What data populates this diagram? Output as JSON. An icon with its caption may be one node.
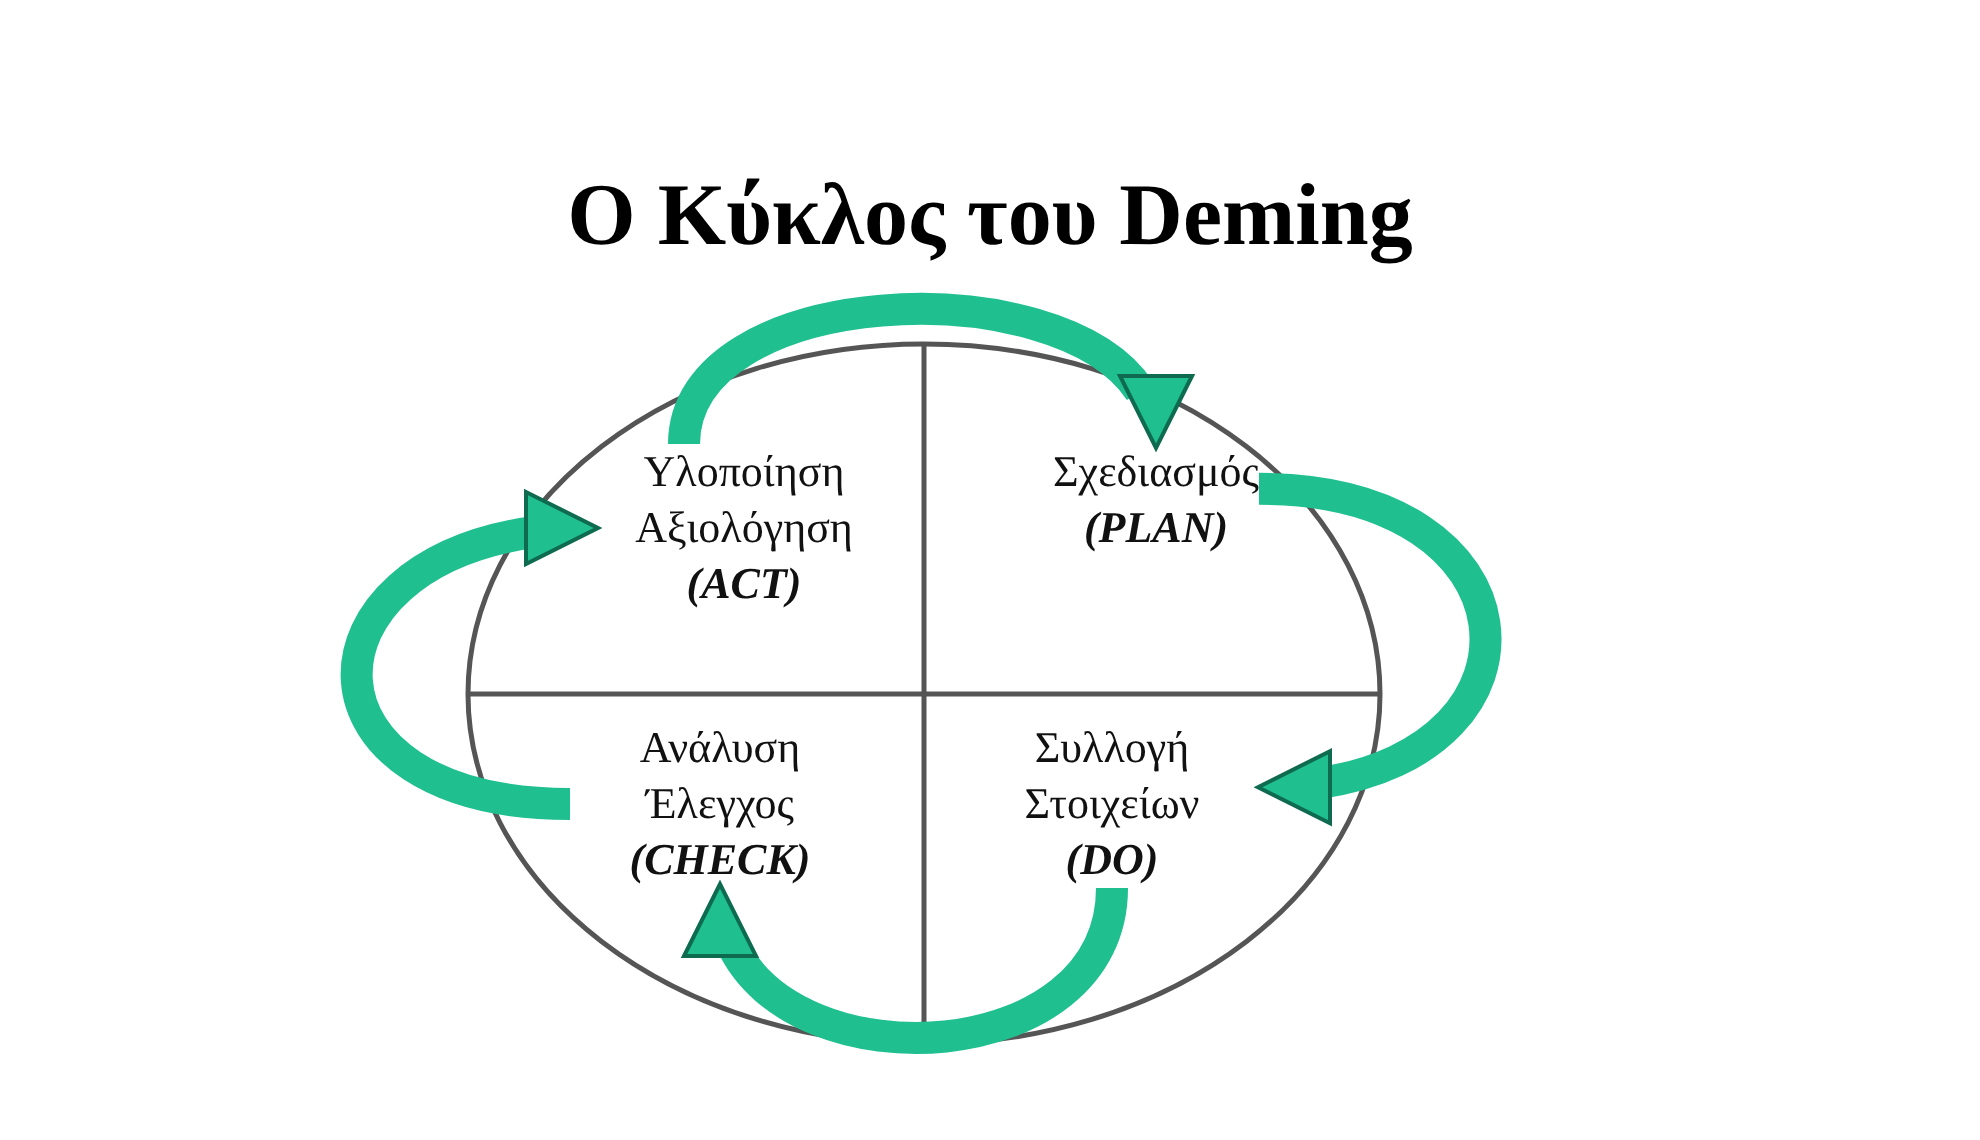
{
  "diagram": {
    "title": "Ο Κύκλος του Deming",
    "nodes": [
      {
        "text": [
          "Υλοποίηση Αξιολόγηση",
          "(ACT)"
        ]
      },
      {
        "text": [
          "Σχεδιασμός",
          "(PLAN)"
        ]
      },
      {
        "text": [
          "Ανάλυση Έλεγχος",
          "(CHECK)"
        ]
      },
      {
        "text": [
          "Συλλογή Στοιχείων",
          "(DO)"
        ]
      }
    ],
    "edges": [
      {
        "from": 0,
        "to": 1,
        "arrow": "to"
      },
      {
        "from": 1,
        "to": 3,
        "arrow": "to"
      },
      {
        "from": 3,
        "to": 2,
        "arrow": "to"
      },
      {
        "from": 2,
        "to": 0,
        "arrow": "to"
      }
    ]
  }
}
